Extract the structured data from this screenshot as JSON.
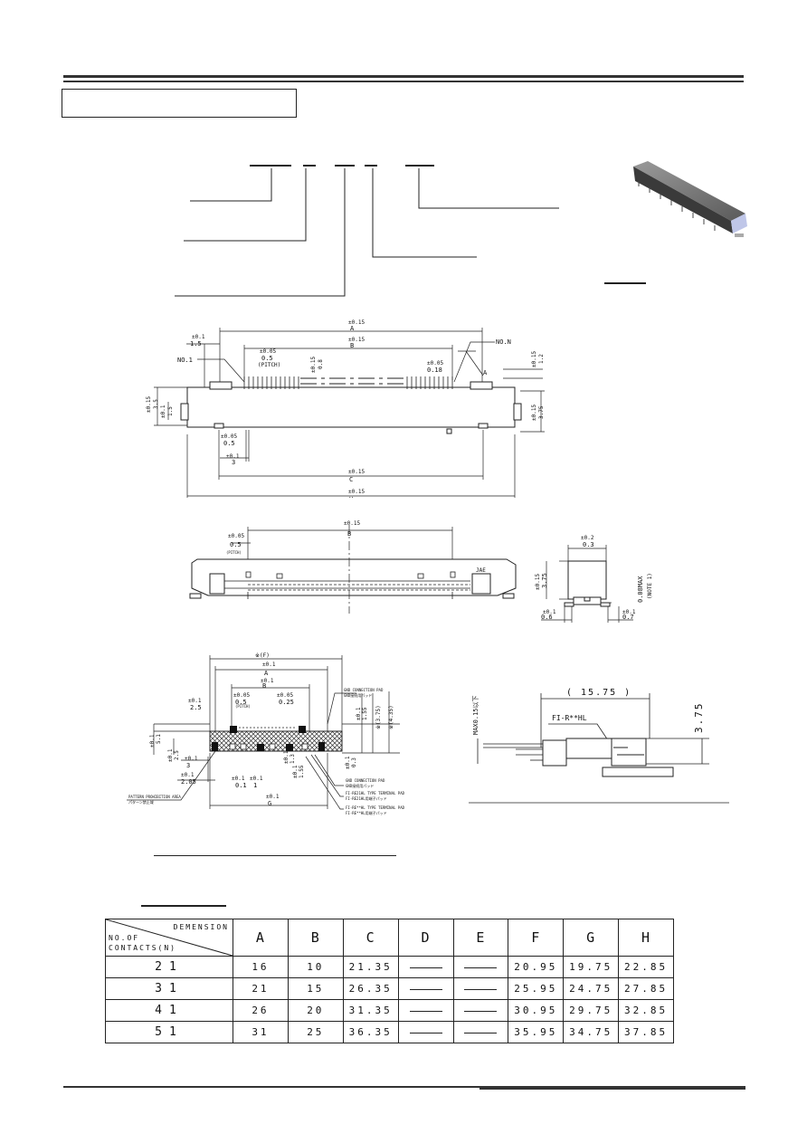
{
  "drawing": {
    "top_view": {
      "labels": {
        "no1": "NO.1",
        "non": "NO.N",
        "a_tol": "±0.15",
        "a": "A",
        "b_tol": "±0.15",
        "b": "B",
        "l15_tol": "±0.1",
        "l15": "1.5",
        "pitch_tol": "±0.05",
        "pitch": "0.5",
        "pitch_note": "(PITCH)",
        "w08_tol": "±0.15",
        "w08": "0.8",
        "w018_tol": "±0.05",
        "w018": "0.18",
        "r12_tol": "±0.15",
        "r12": "1.2",
        "h35_tol": "±0.15",
        "h35": "3.5",
        "h15_tol": "±0.1",
        "h15": "1.5",
        "h375_tol": "±0.15",
        "h375": "3.75",
        "w05_tol": "±0.05",
        "w05": "0.5",
        "w3_tol": "±0.1",
        "w3": "3",
        "c_tol": "±0.15",
        "c": "C",
        "h_tol": "±0.15",
        "h": "H",
        "arrow": "A"
      }
    },
    "front_view": {
      "b_tol": "±0.15",
      "b": "B",
      "pitch_tol": "±0.05",
      "pitch": "0.5",
      "pitch_note": "(PITCH)",
      "mark": "JAE"
    },
    "side_view": {
      "w03_tol": "±0.2",
      "w03": "0.3",
      "h375_tol": "±0.15",
      "h375": "3.75",
      "coplan": "0.08MAX",
      "coplan_note": "(NOTE 1)",
      "w06_tol": "±0.1",
      "w06": "0.6",
      "w07_tol": "±0.1",
      "w07": "0.7"
    },
    "pcb_view": {
      "f": "※(F)",
      "a_tol": "±0.1",
      "a": "A",
      "b_tol": "±0.1",
      "b": "B",
      "pitch_tol": "±0.05",
      "pitch": "0.5",
      "pitch_note": "(PITCH)",
      "w025_tol": "±0.05",
      "w025": "0.25",
      "w25_tol": "±0.1",
      "w25": "2.5",
      "w255_tol": "±0.1",
      "w255": "1.55",
      "w375": "※(3.75)",
      "w435": "※(4.35)",
      "w51_tol": "±0.1",
      "w51": "5.1",
      "w25b_tol": "±0.1",
      "w25b": "2.5",
      "w3_tol": "±0.1",
      "w3": "3",
      "w205_tol": "±0.1",
      "w205": "2.05",
      "w01": "±0.1",
      "w0_1_a": "0.1",
      "w0_1_b": "±0.1",
      "w1": "1",
      "w13_tol": "±0.1",
      "w13": "1.3",
      "w155_tol": "±0.1",
      "w155": "1.55",
      "w032_tol": "±0.1",
      "w032": "0.3",
      "g_tol": "±0.1",
      "g": "G",
      "gnd_top": "GND CONNECTION PAD",
      "gnd_top_jp": "GND接続用パッド",
      "gnd_bot": "GND CONNECTION PAD",
      "gnd_bot_jp": "GND接続用パッド",
      "fi_term": "FI-RE21HL TYPE TERMINAL PAD",
      "fi_term_jp": "FI-RE21HL用端子パッド",
      "fi_term2": "FI-RE**HL TYPE TERMINAL PAD",
      "fi_term2_jp": "FI-RE**HL用端子パッド",
      "prohib": "PATTERN PROHIBITION AREA",
      "prohib_jp": "パターン禁止域"
    },
    "mated_view": {
      "length": "( 15.75 )",
      "height": "3.75",
      "max": "MAX0.15以下",
      "part": "FI-R**HL"
    }
  },
  "table": {
    "header_corner_top": "DEMENSION",
    "header_corner_bottom_1": "NO.OF",
    "header_corner_bottom_2": "CONTACTS(N)",
    "columns": [
      "A",
      "B",
      "C",
      "D",
      "E",
      "F",
      "G",
      "H"
    ],
    "rows": [
      {
        "n": "21",
        "A": "16",
        "B": "10",
        "C": "21.35",
        "F": "20.95",
        "G": "19.75",
        "H": "22.85"
      },
      {
        "n": "31",
        "A": "21",
        "B": "15",
        "C": "26.35",
        "F": "25.95",
        "G": "24.75",
        "H": "27.85"
      },
      {
        "n": "41",
        "A": "26",
        "B": "20",
        "C": "31.35",
        "F": "30.95",
        "G": "29.75",
        "H": "32.85"
      },
      {
        "n": "51",
        "A": "31",
        "B": "25",
        "C": "36.35",
        "F": "35.95",
        "G": "34.75",
        "H": "37.85"
      }
    ]
  }
}
